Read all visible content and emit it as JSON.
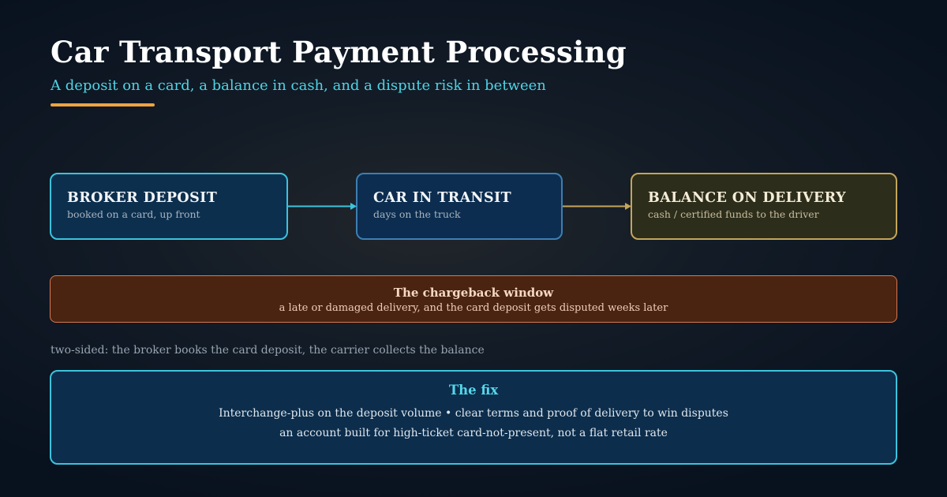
{
  "header": {
    "title": "Car Transport Payment Processing",
    "subtitle": "A deposit on a card, a balance in cash, and a dispute risk in between"
  },
  "flow": {
    "steps": [
      {
        "label": "BROKER DEPOSIT",
        "sub": "booked on a card, up front"
      },
      {
        "label": "CAR IN TRANSIT",
        "sub": "days on the truck"
      },
      {
        "label": "BALANCE ON DELIVERY",
        "sub": "cash / certified funds to the driver"
      }
    ]
  },
  "warning": {
    "title": "The chargeback window",
    "text": "a late or damaged delivery, and the card deposit gets disputed weeks later"
  },
  "note": "two-sided: the broker books the card deposit, the carrier collects the balance",
  "fix": {
    "title": "The fix",
    "line1": "Interchange-plus on the deposit volume • clear terms and proof of delivery to win disputes",
    "line2": "an account built for high-ticket card-not-present, not a flat retail rate"
  },
  "colors": {
    "accent_cyan": "#3cc3dd",
    "accent_orange": "#f0a340",
    "warning": "#d9784f",
    "gold": "#c4a55b"
  }
}
